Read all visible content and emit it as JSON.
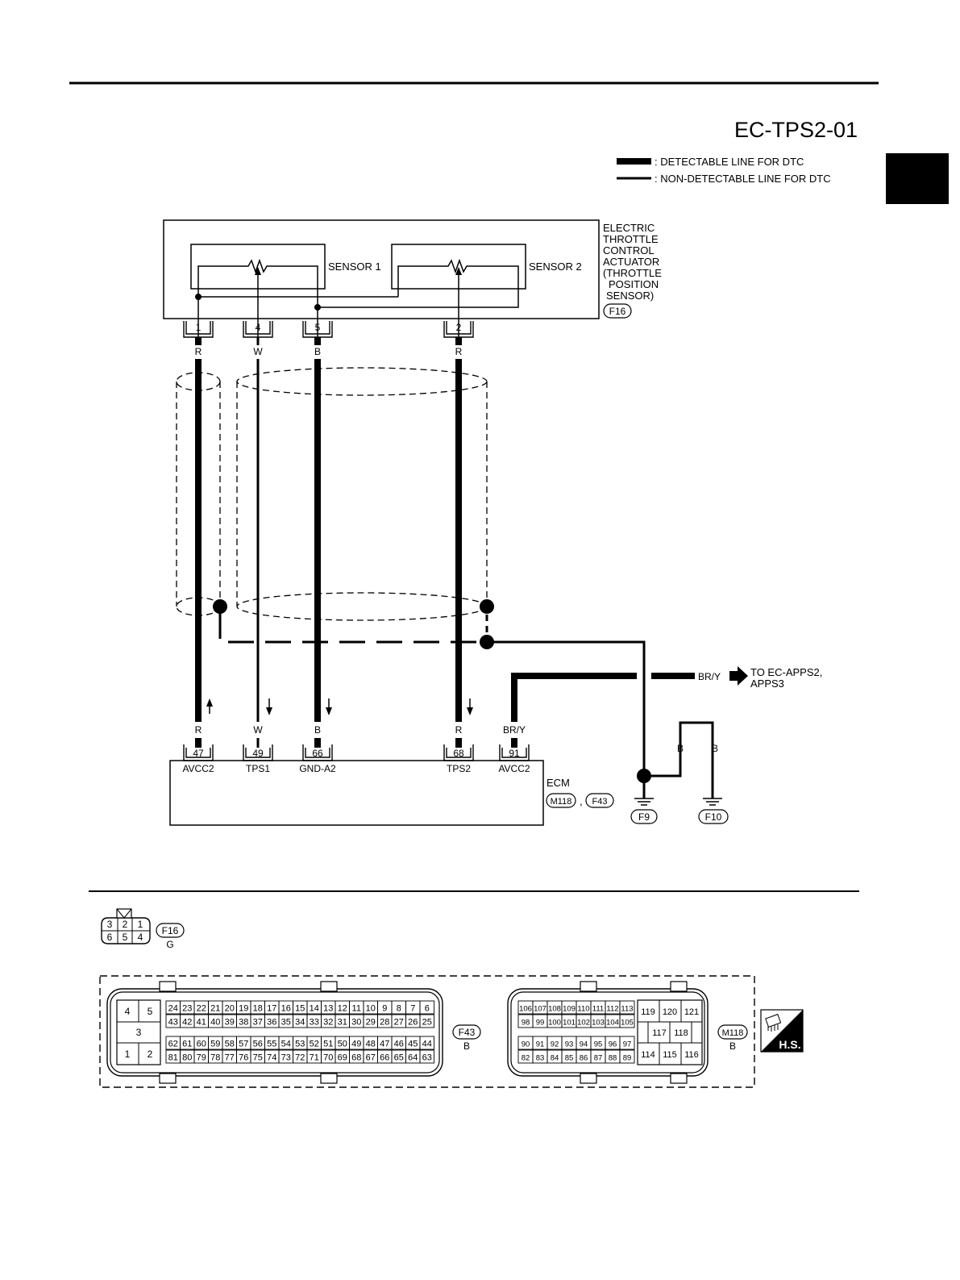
{
  "diagram_id": "EC-TPS2-01",
  "legend": {
    "detectable": ": DETECTABLE LINE FOR DTC",
    "non_detectable": ": NON-DETECTABLE LINE FOR DTC"
  },
  "actuator": {
    "name_lines": [
      "ELECTRIC",
      "THROTTLE",
      "CONTROL",
      "ACTUATOR",
      "(THROTTLE",
      "POSITION",
      "SENSOR)"
    ],
    "connector": "F16",
    "sensor1": "SENSOR 1",
    "sensor2": "SENSOR 2",
    "pins": [
      "1",
      "4",
      "5",
      "2"
    ]
  },
  "wire_colors": {
    "pin1": "R",
    "pin4": "W",
    "pin5": "B",
    "pin2": "R",
    "ecm47": "R",
    "ecm49": "W",
    "ecm66": "B",
    "ecm68": "R",
    "ecm91": "BR/Y",
    "to_apps": "BR/Y",
    "ground_a": "B",
    "ground_b": "B"
  },
  "to_label": [
    "TO EC-APPS2,",
    "APPS3"
  ],
  "ecm": {
    "name": "ECM",
    "connector_a": "M118",
    "sep": ",",
    "connector_b": "F43",
    "pins": [
      "47",
      "49",
      "66",
      "68",
      "91"
    ],
    "signals": [
      "AVCC2",
      "TPS1",
      "GND-A2",
      "TPS2",
      "AVCC2"
    ]
  },
  "grounds": [
    "F9",
    "F10"
  ],
  "connector_views": {
    "f16": {
      "id": "F16",
      "color": "G",
      "top_row": [
        "3",
        "2",
        "1"
      ],
      "bottom_row": [
        "6",
        "5",
        "4"
      ]
    },
    "f43": {
      "id": "F43",
      "color": "B",
      "left_grid": {
        "r1": [
          "4",
          "5"
        ],
        "r2": [
          "3"
        ],
        "r3": [
          "1",
          "2"
        ]
      },
      "rows": [
        [
          "24",
          "23",
          "22",
          "21",
          "20",
          "19",
          "18",
          "17",
          "16",
          "15",
          "14",
          "13",
          "12",
          "11",
          "10",
          "9",
          "8",
          "7",
          "6"
        ],
        [
          "43",
          "42",
          "41",
          "40",
          "39",
          "38",
          "37",
          "36",
          "35",
          "34",
          "33",
          "32",
          "31",
          "30",
          "29",
          "28",
          "27",
          "26",
          "25"
        ],
        [
          "62",
          "61",
          "60",
          "59",
          "58",
          "57",
          "56",
          "55",
          "54",
          "53",
          "52",
          "51",
          "50",
          "49",
          "48",
          "47",
          "46",
          "45",
          "44"
        ],
        [
          "81",
          "80",
          "79",
          "78",
          "77",
          "76",
          "75",
          "74",
          "73",
          "72",
          "71",
          "70",
          "69",
          "68",
          "67",
          "66",
          "65",
          "64",
          "63"
        ]
      ]
    },
    "m118": {
      "id": "M118",
      "color": "B",
      "rows": [
        [
          "106",
          "107",
          "108",
          "109",
          "110",
          "111",
          "112",
          "113"
        ],
        [
          "98",
          "99",
          "100",
          "101",
          "102",
          "103",
          "104",
          "105"
        ],
        [
          "90",
          "91",
          "92",
          "93",
          "94",
          "95",
          "96",
          "97"
        ],
        [
          "82",
          "83",
          "84",
          "85",
          "86",
          "87",
          "88",
          "89"
        ]
      ],
      "right_grid": {
        "r1": [
          "119",
          "120",
          "121"
        ],
        "r2": [
          "117",
          "118"
        ],
        "r3": [
          "114",
          "115",
          "116"
        ]
      }
    }
  },
  "hs_badge": "H.S."
}
